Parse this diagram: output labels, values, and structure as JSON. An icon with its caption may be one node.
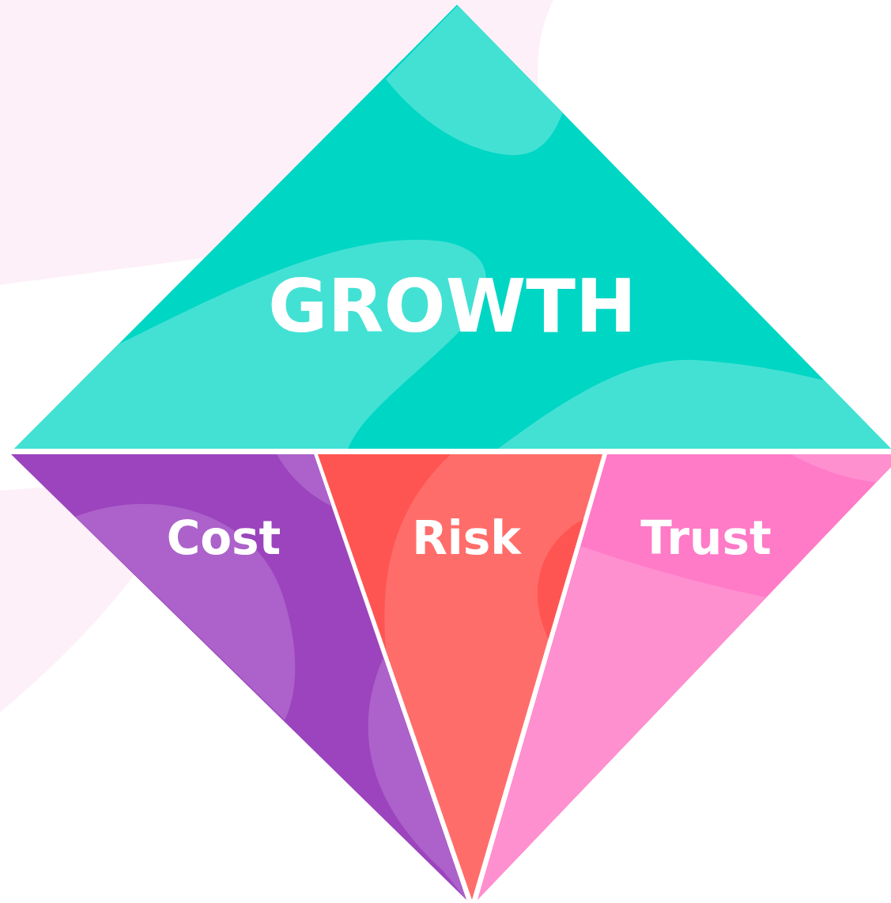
{
  "diagram": {
    "nodes": [
      {
        "text": [
          "GROWTH"
        ]
      },
      {
        "text": [
          "Cost"
        ]
      },
      {
        "text": [
          "Risk"
        ]
      },
      {
        "text": [
          "Trust"
        ]
      }
    ],
    "edges": []
  }
}
